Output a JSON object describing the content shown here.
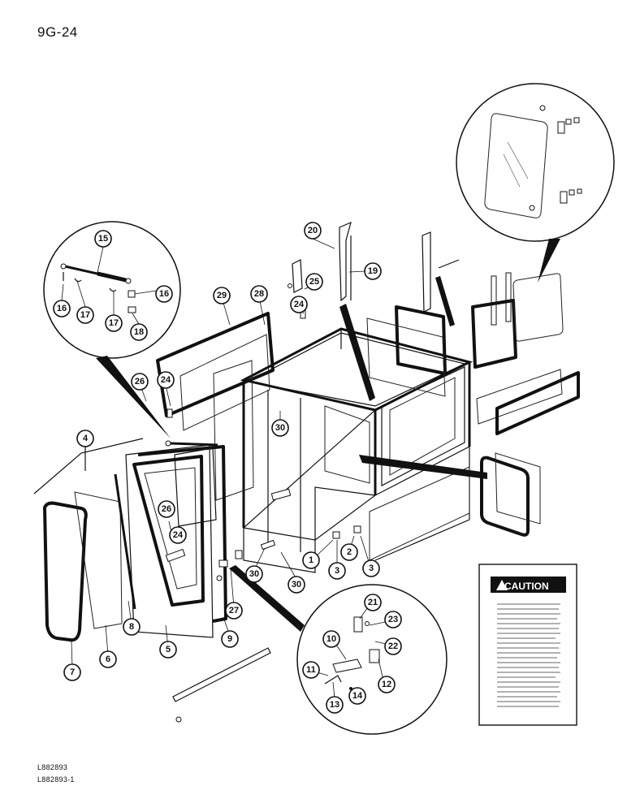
{
  "page": {
    "title": "9G-24"
  },
  "caution": {
    "heading": "CAUTION"
  },
  "footer": {
    "code1": "L882893",
    "code2": "L882893-1"
  },
  "callouts": [
    "1",
    "2",
    "3",
    "3",
    "4",
    "5",
    "6",
    "7",
    "8",
    "9",
    "10",
    "11",
    "12",
    "13",
    "14",
    "15",
    "16",
    "16",
    "17",
    "17",
    "18",
    "19",
    "20",
    "21",
    "22",
    "23",
    "24",
    "24",
    "24",
    "25",
    "26",
    "26",
    "27",
    "28",
    "29",
    "30",
    "30",
    "30"
  ]
}
